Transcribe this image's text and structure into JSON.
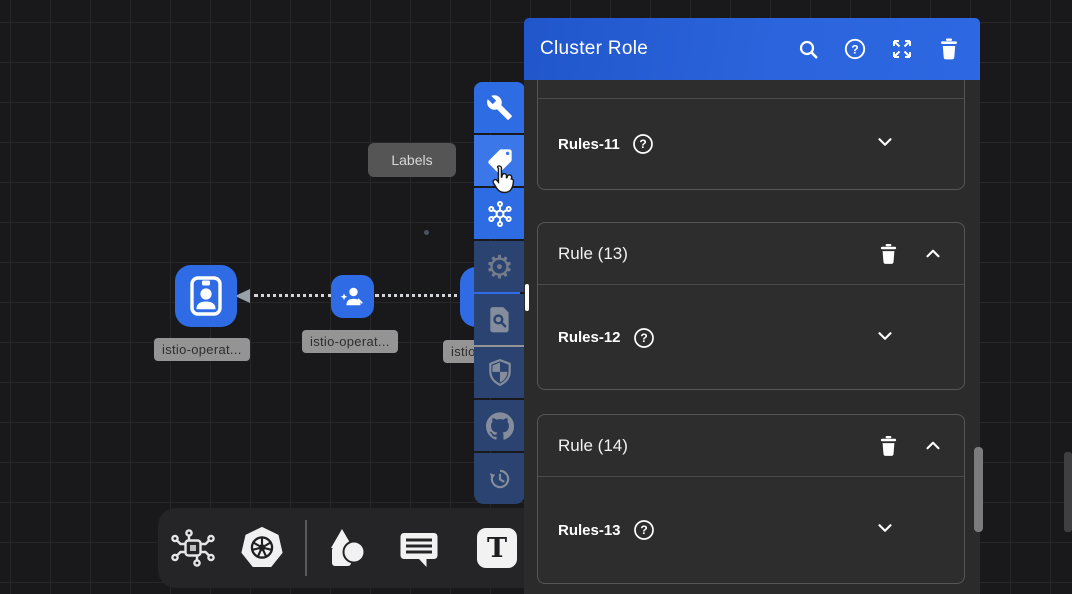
{
  "panel": {
    "title": "Cluster Role",
    "header_icons": [
      "search",
      "help",
      "expand",
      "delete"
    ],
    "cards": [
      {
        "rule_label": "",
        "rules_label": "Rules-11"
      },
      {
        "rule_label": "Rule (13)",
        "rules_label": "Rules-12"
      },
      {
        "rule_label": "Rule (14)",
        "rules_label": "Rules-13"
      }
    ]
  },
  "tooltip": {
    "label": "Labels"
  },
  "canvas": {
    "node_labels": [
      "istio-operat...",
      "istio-operat...",
      "istio-operat..."
    ],
    "node_icons": [
      "id-badge",
      "service-account",
      "hidden-node"
    ]
  },
  "side_toolbar": {
    "icons": [
      "wrench",
      "tag",
      "hub",
      "gear",
      "document-search",
      "shield",
      "github",
      "history"
    ]
  },
  "bottom_toolbar": {
    "icons": [
      "circuit",
      "kubernetes",
      "shapes",
      "comment",
      "text"
    ],
    "text_tool_glyph": "T"
  },
  "icons": {
    "question_glyph": "?"
  },
  "colors": {
    "header_blue": "#2b64dc",
    "toolbar_blue": "#2e6ce4",
    "toolbar_dark_blue": "#2a4370",
    "node_blue": "#2e6be4",
    "panel_bg": "#2b2b2b",
    "canvas_bg": "#19191b"
  }
}
